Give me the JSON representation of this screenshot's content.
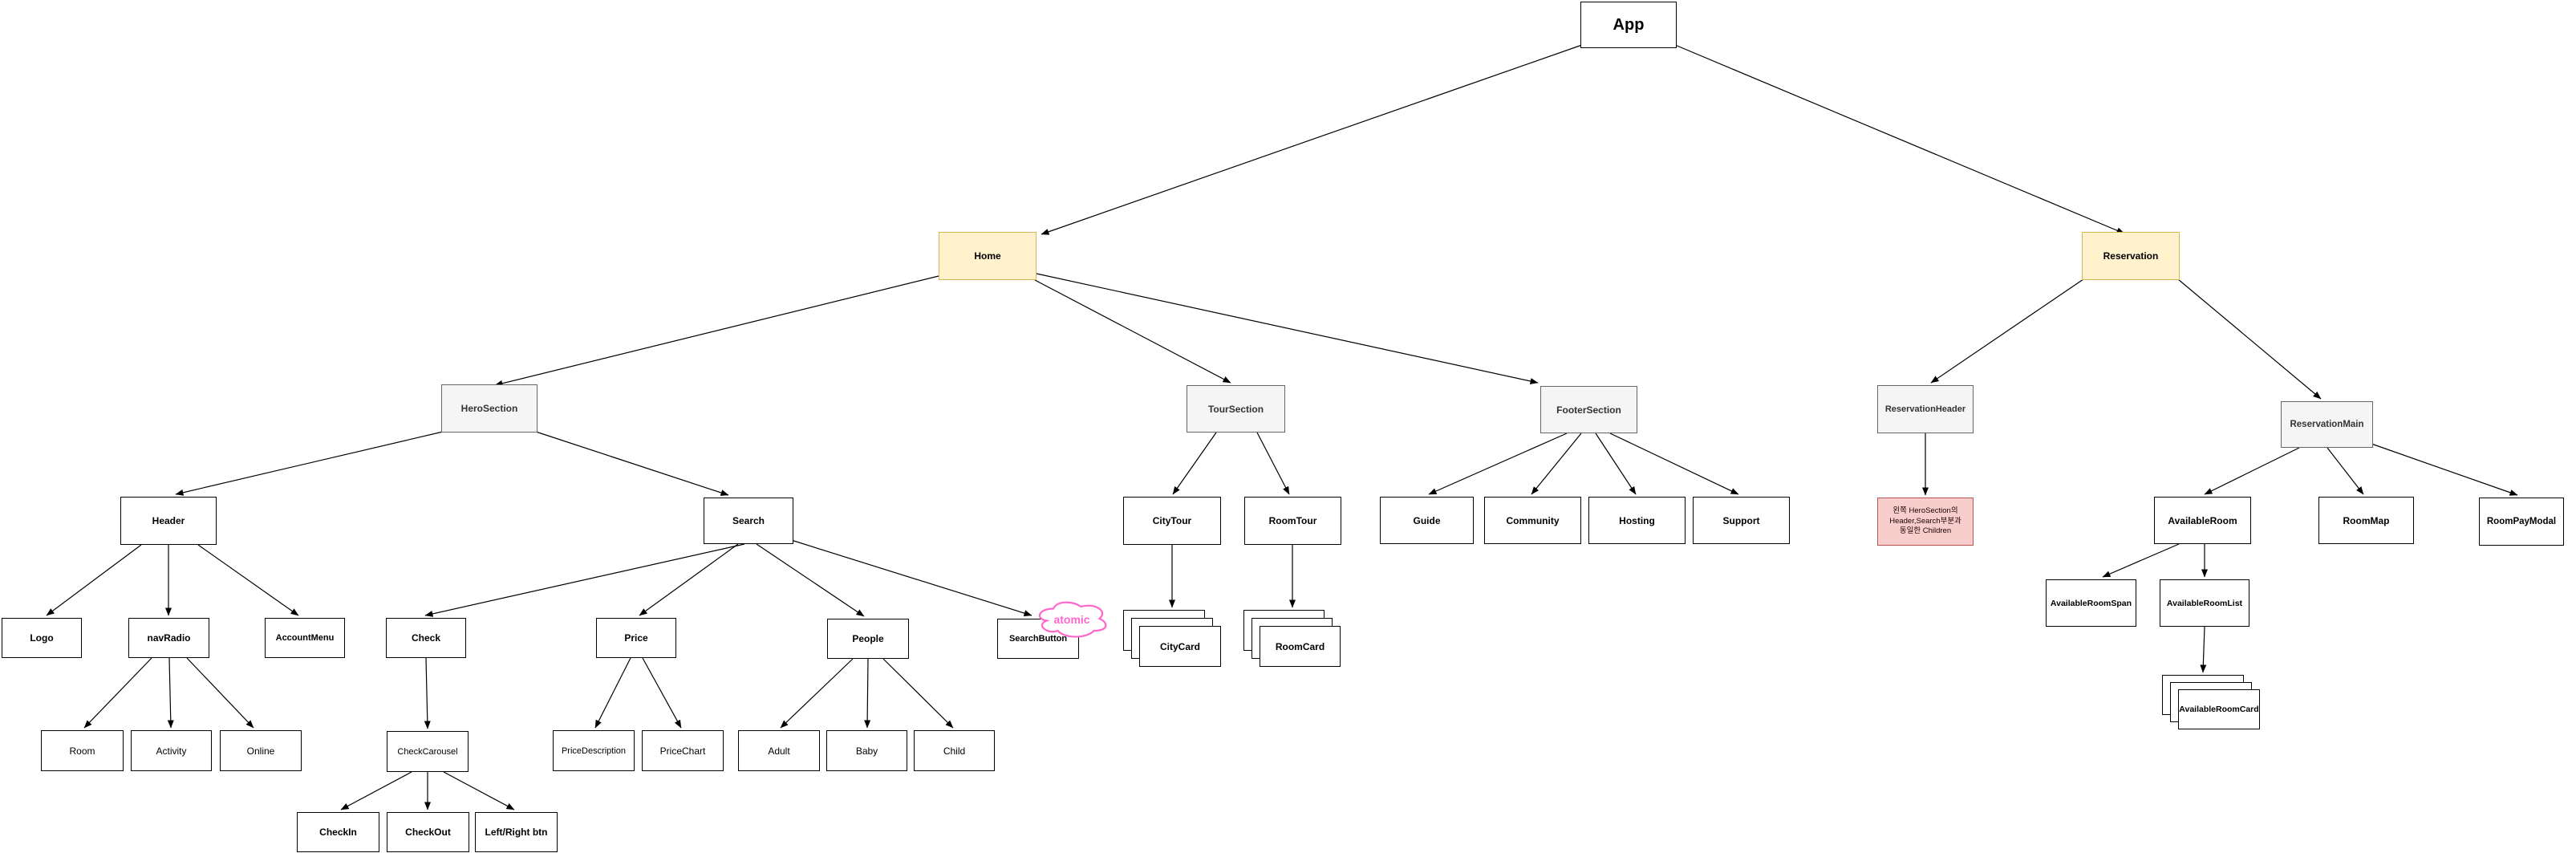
{
  "diagram": {
    "nodes": {
      "app": "App",
      "home": "Home",
      "reservation": "Reservation",
      "hero_section": "HeroSection",
      "tour_section": "TourSection",
      "footer_section": "FooterSection",
      "reservation_header": "ReservationHeader",
      "reservation_main": "ReservationMain",
      "header": "Header",
      "search": "Search",
      "logo": "Logo",
      "nav_radio": "navRadio",
      "account_menu": "AccountMenu",
      "room": "Room",
      "activity": "Activity",
      "online": "Online",
      "check": "Check",
      "price": "Price",
      "people": "People",
      "search_button": "SearchButton",
      "check_carousel": "CheckCarousel",
      "check_in": "CheckIn",
      "check_out": "CheckOut",
      "left_right_btn": "Left/Right btn",
      "price_description": "PriceDescription",
      "price_chart": "PriceChart",
      "adult": "Adult",
      "baby": "Baby",
      "child": "Child",
      "city_tour": "CityTour",
      "room_tour": "RoomTour",
      "city_card": "CityCard",
      "room_card": "RoomCard",
      "guide": "Guide",
      "community": "Community",
      "hosting": "Hosting",
      "support": "Support",
      "available_room": "AvailableRoom",
      "room_map": "RoomMap",
      "room_pay_modal": "RoomPayModal",
      "available_room_span": "AvailableRoomSpan",
      "available_room_list": "AvailableRoomList",
      "available_room_card": "AvailableRoomCard"
    },
    "annotation": "atomic",
    "note": {
      "line1": "왼쪽 HeroSection의",
      "line2": "Header,Search부분과",
      "line3": "동일한 Children"
    },
    "colors": {
      "page_node_fill": "#FFF2CC",
      "page_node_border": "#D6B656",
      "section_node_fill": "#F5F5F5",
      "section_node_border": "#666666",
      "note_fill": "#F8CECC",
      "note_border": "#B85450",
      "annotation_pink": "#FF66CC",
      "edge_color": "#000000"
    }
  }
}
